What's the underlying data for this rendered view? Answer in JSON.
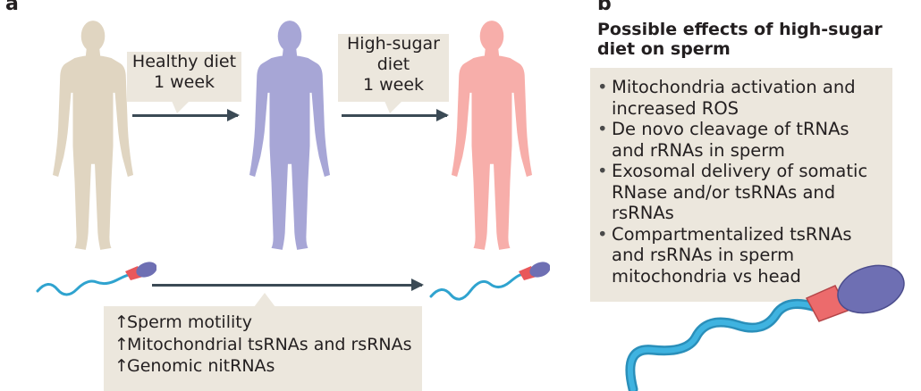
{
  "panel_a": {
    "letter": "a",
    "transition_1": {
      "line1": "Healthy diet",
      "line2": "1 week"
    },
    "transition_2": {
      "line1": "High-sugar",
      "line2": "diet",
      "line3": "1 week"
    },
    "outcomes": [
      "Sperm motility",
      "Mitochondrial tsRNAs and rsRNAs",
      "Genomic nitRNAs"
    ],
    "colors": {
      "person_before": "#e0d5c1",
      "person_healthy": "#a7a6d6",
      "person_sugar": "#f7aeaa",
      "arrow": "#3b4a55",
      "label_bg": "#ece7dd",
      "sperm_tail": "#2fa3cf",
      "sperm_midpiece": "#e9585b",
      "sperm_head": "#6e6fb3"
    }
  },
  "panel_b": {
    "letter": "b",
    "title": "Possible effects of high-sugar diet on sperm",
    "effects": [
      "Mitochondria activation and increased ROS",
      "De novo cleavage of tRNAs and rRNAs in sperm",
      "Exosomal delivery of somatic RNase and/or tsRNAs and rsRNAs",
      "Compartmentalized tsRNAs and rsRNAs in sperm mitochondria vs head"
    ]
  },
  "icons": {
    "up_arrow": "↑"
  }
}
